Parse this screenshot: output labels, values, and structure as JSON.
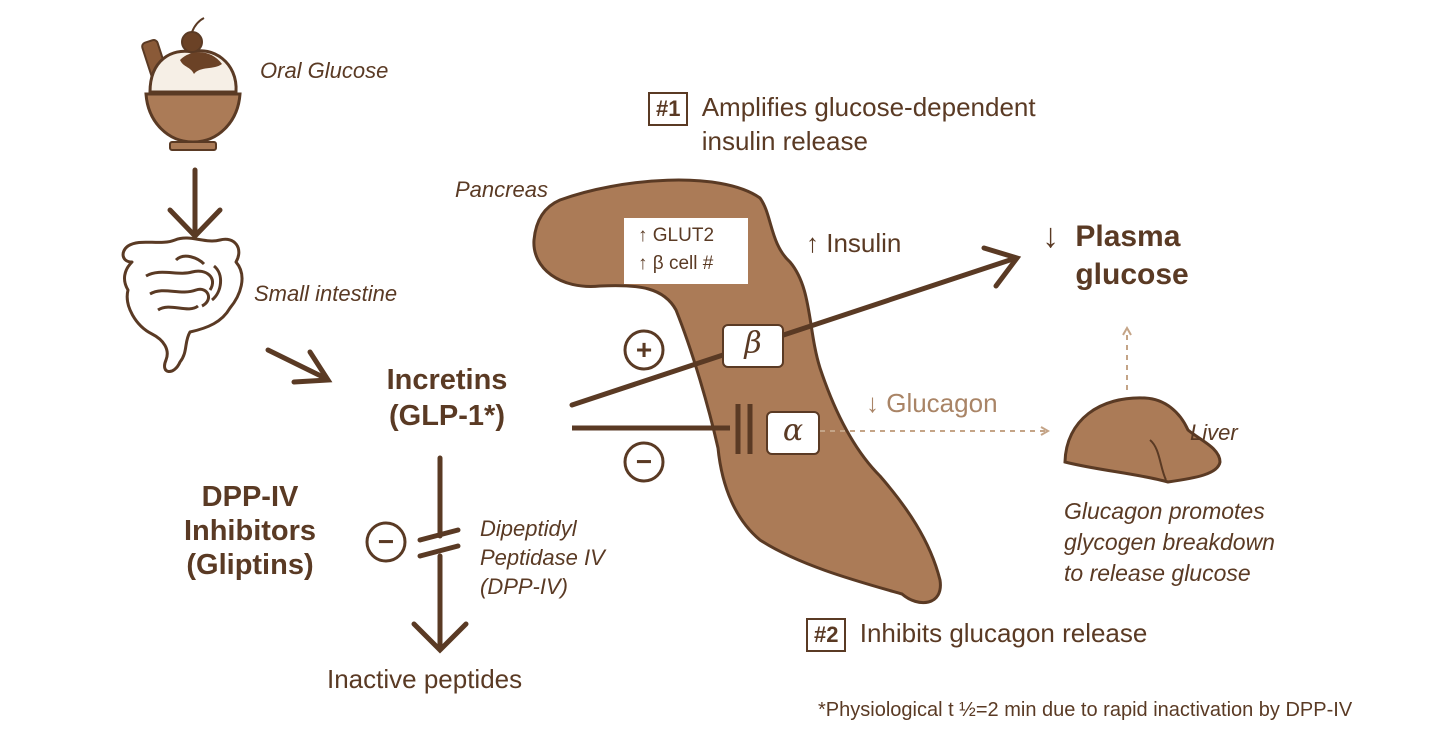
{
  "labels": {
    "oral_glucose": "Oral Glucose",
    "small_intestine": "Small intestine",
    "pancreas": "Pancreas",
    "liver": "Liver",
    "incretins_line1": "Incretins",
    "incretins_line2": "(GLP-1*)",
    "dpp_inhibitors_line1": "DPP-IV",
    "dpp_inhibitors_line2": "Inhibitors",
    "dpp_inhibitors_line3": "(Gliptins)",
    "dpp_enzyme_line1": "Dipeptidyl",
    "dpp_enzyme_line2": "Peptidase IV",
    "dpp_enzyme_line3": "(DPP-IV)",
    "inactive_peptides": "Inactive peptides",
    "effect1_badge": "#1",
    "effect1_line1": "Amplifies glucose-dependent",
    "effect1_line2": "insulin release",
    "effect2_badge": "#2",
    "effect2_text": "Inhibits glucagon release",
    "insulin": "↑ Insulin",
    "glucagon": "↓ Glucagon",
    "plasma_arrow": "↓",
    "plasma_line1": "Plasma",
    "plasma_line2": "glucose",
    "glut2": "↑ GLUT2",
    "beta_cell_count": "↑ β cell #",
    "beta": "β",
    "alpha": "α",
    "plus": "+",
    "minus": "−",
    "liver_note_line1": "Glucagon promotes",
    "liver_note_line2": "glycogen breakdown",
    "liver_note_line3": "to release glucose",
    "footnote": "*Physiological t ½=2 min due to rapid inactivation by DPP-IV"
  },
  "colors": {
    "brown_dark": "#5a3a24",
    "pancreas_fill": "#ab7b57",
    "dashed": "#c4a487"
  }
}
